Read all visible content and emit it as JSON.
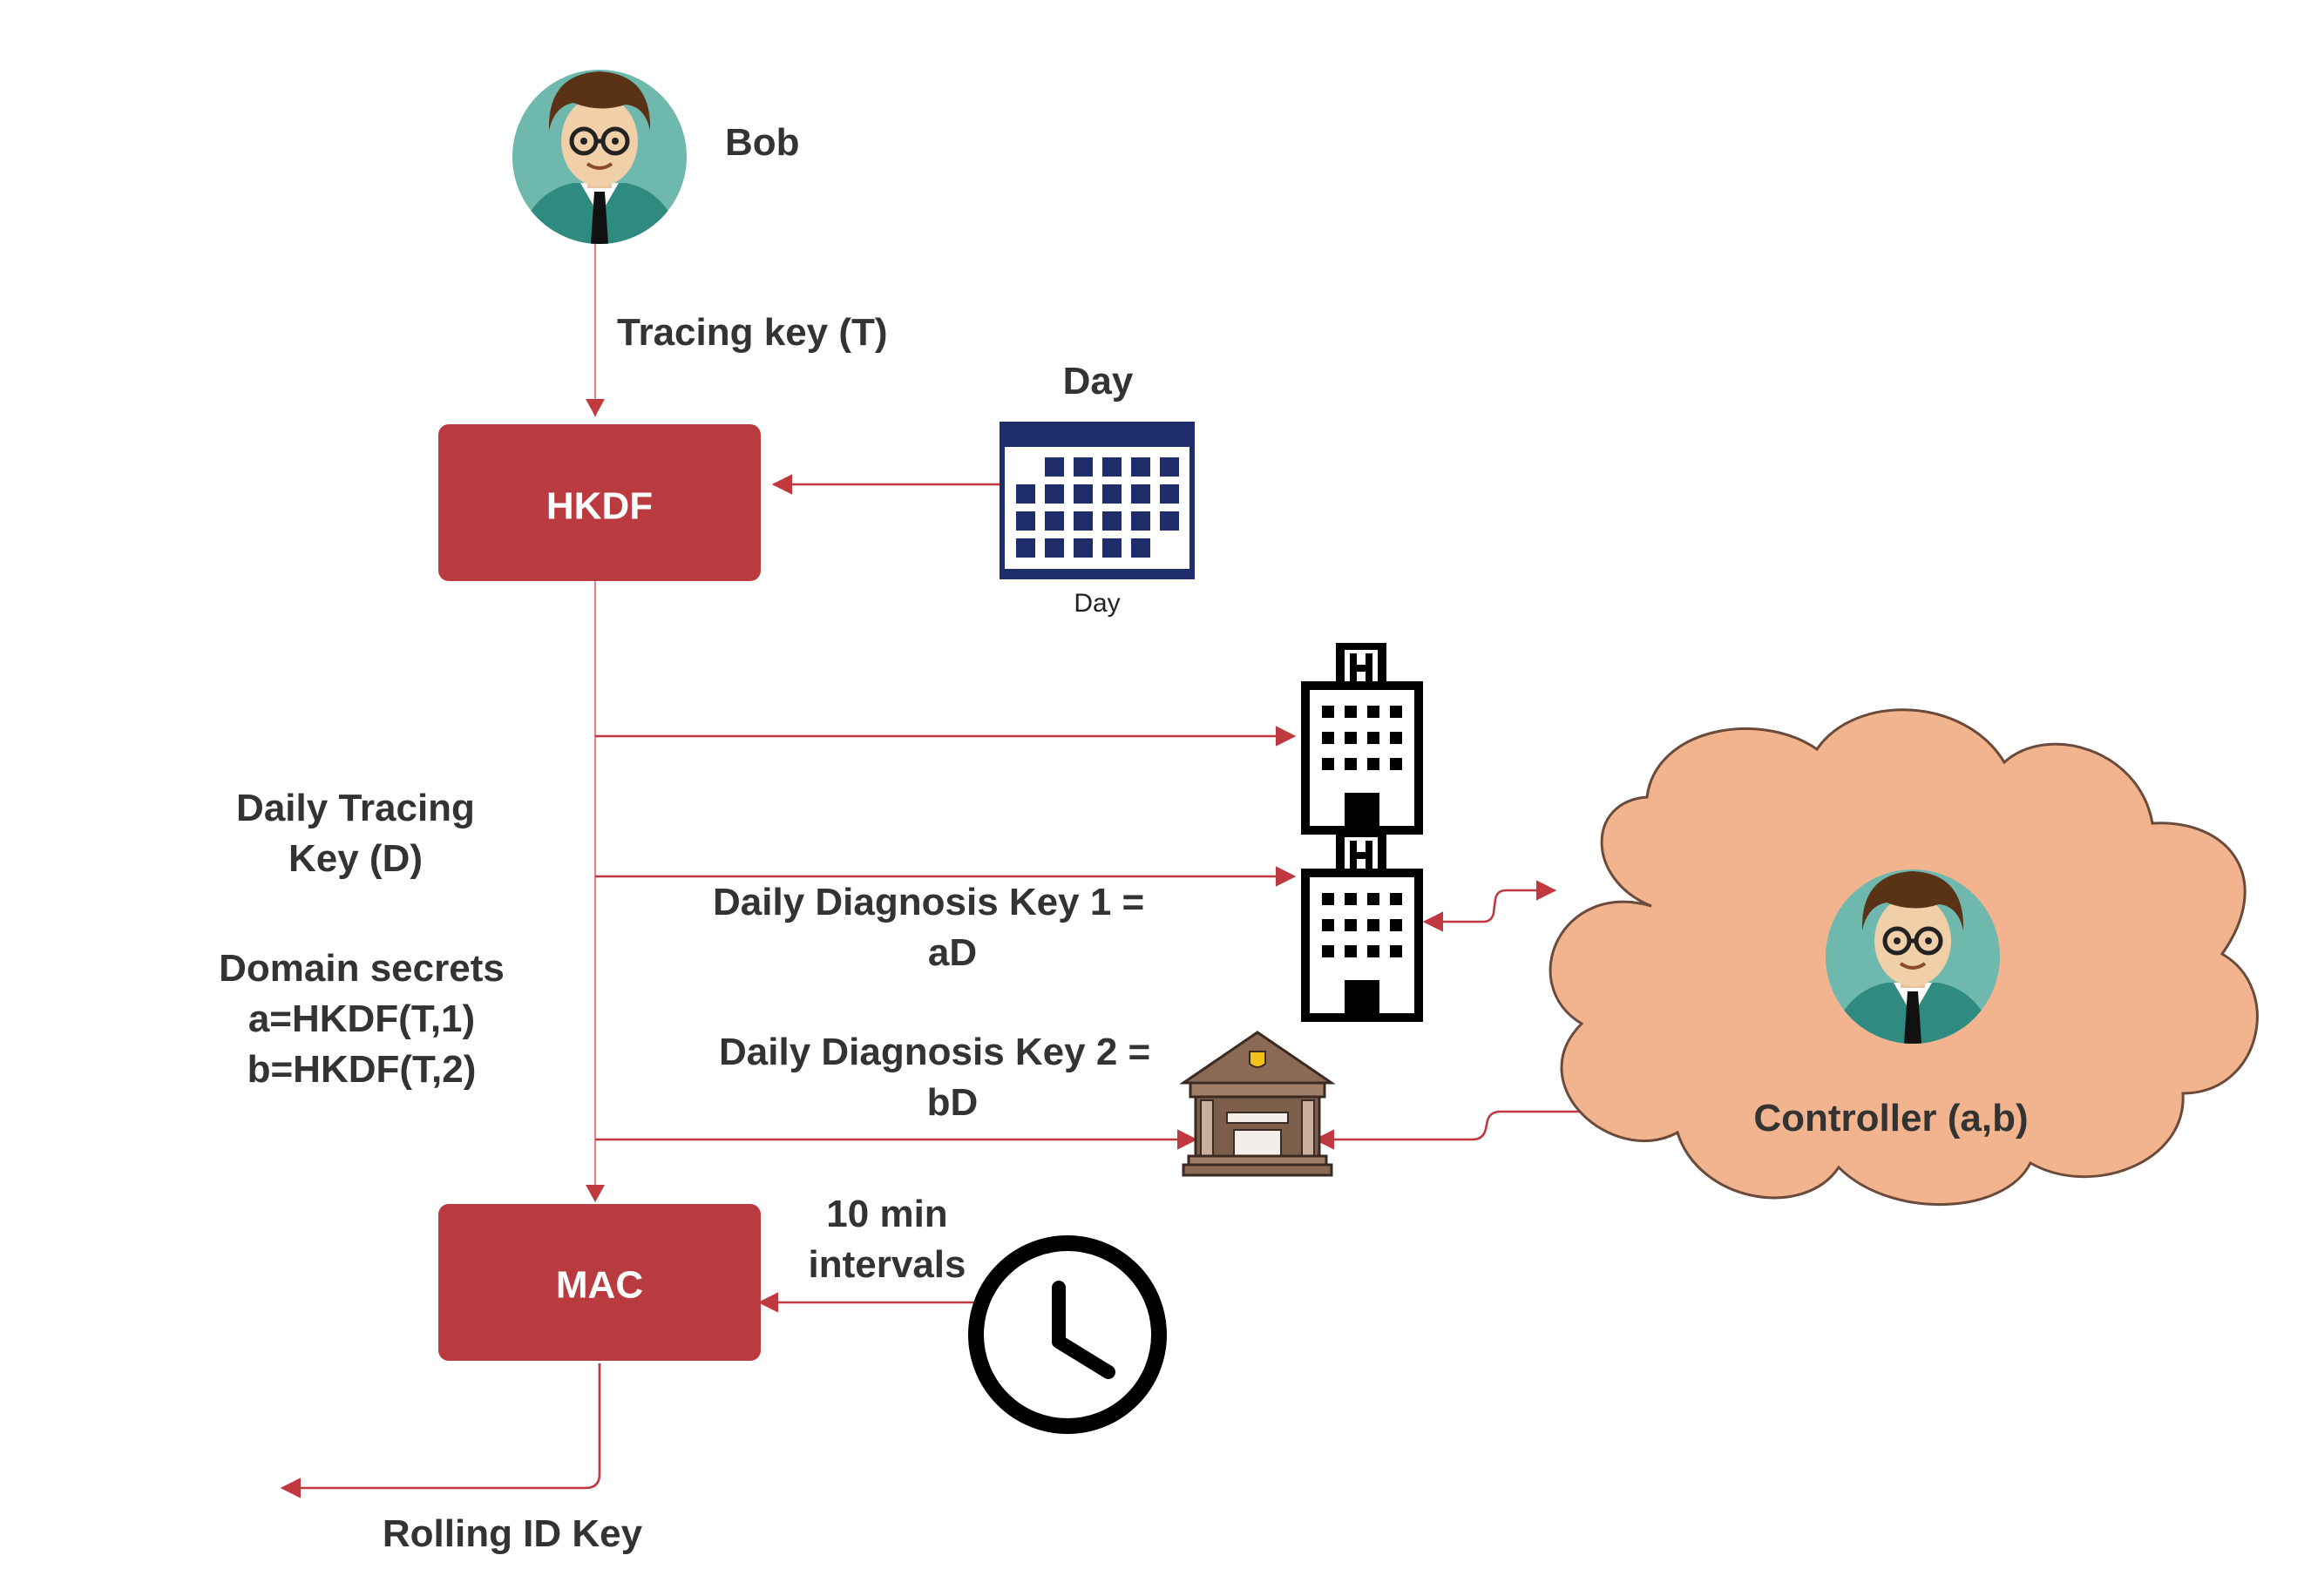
{
  "nodes": {
    "bob": {
      "label": "Bob"
    },
    "hkdf": {
      "label": "HKDF"
    },
    "mac": {
      "label": "MAC"
    },
    "calendar": {
      "title": "Day",
      "caption": "Day"
    },
    "controller": {
      "label": "Controller (a,b)"
    }
  },
  "edges": {
    "tracing_key": "Tracing key (T)",
    "daily_tracing_key": [
      "Daily Tracing",
      "Key (D)"
    ],
    "domain_secrets": [
      "Domain secrets",
      "a=HKDF(T,1)",
      "b=HKDF(T,2)"
    ],
    "diagnosis_key_1": [
      "Daily Diagnosis Key 1  =",
      "aD"
    ],
    "diagnosis_key_2": [
      "Daily Diagnosis Key 2 =",
      "bD"
    ],
    "interval": [
      "10 min",
      "intervals"
    ],
    "rolling_id": "Rolling ID Key"
  },
  "colors": {
    "box": "#b93b40",
    "edge": "#c0393f",
    "cloud": "#f2b48f",
    "calendar": "#1f2d6b",
    "avatar_bg": "#6fb8ad"
  },
  "icons": [
    "person-avatar-icon",
    "calendar-icon",
    "hospital-icon",
    "bank-icon",
    "clock-icon"
  ]
}
